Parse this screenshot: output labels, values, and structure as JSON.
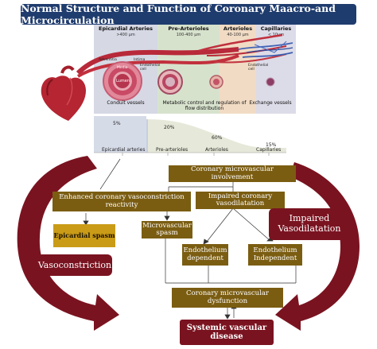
{
  "title": "Normal Structure and Function of Coronary Maacro-and Microcirculation",
  "columns": [
    {
      "name": "Epicardial Arteries",
      "size": ">400 µm"
    },
    {
      "name": "Pre-Arterioles",
      "size": "100-400 µm"
    },
    {
      "name": "Arterioles",
      "size": "40-100 µm"
    },
    {
      "name": "Capillaries",
      "size": "< 10µm"
    }
  ],
  "vessel_labels": {
    "adventitia": "Adventitia",
    "intima": "Intima",
    "media": "Media",
    "lumen": "Lumen",
    "endothelial_cell_1": "Endothelial cell",
    "endothelial_cell_2": "Endothelial cell"
  },
  "captions": {
    "conduit": "Conduit vessels",
    "metabolic": "Metabolic control and regulation of flow distribution",
    "exchange": "Exchange vessels"
  },
  "distribution": {
    "percents": [
      "5%",
      "20%",
      "60%",
      "15%"
    ],
    "labels": [
      "Epicardial arteries",
      "Pre-arterioles",
      "Arterioles",
      "Capillaries"
    ]
  },
  "flow": {
    "cmv_involvement": "Coronary microvascular involvement",
    "enhanced": "Enhanced coronary vasoconstriction reactivity",
    "impaired_vasodilatation": "Impaired coronary vasodilatation",
    "epicardial_spasm": "Epicardial spasm",
    "microvascular_spasm": "Microvascular spasm",
    "endo_dependent": "Endothelium dependent",
    "endo_independent": "Endothelium Independent",
    "cmv_dysfunction": "Coronary microvascular dysfunction",
    "systemic": "Systemic vascular disease"
  },
  "labels": {
    "vasoconstriction": "Vasoconstriction",
    "impaired_vasodilatation_big": "Impaired Vasodilatation"
  },
  "colors": {
    "title_bg": "#1f3c6e",
    "brown": "#7b5d12",
    "gold": "#c99b17",
    "dark_red": "#7a1320"
  }
}
